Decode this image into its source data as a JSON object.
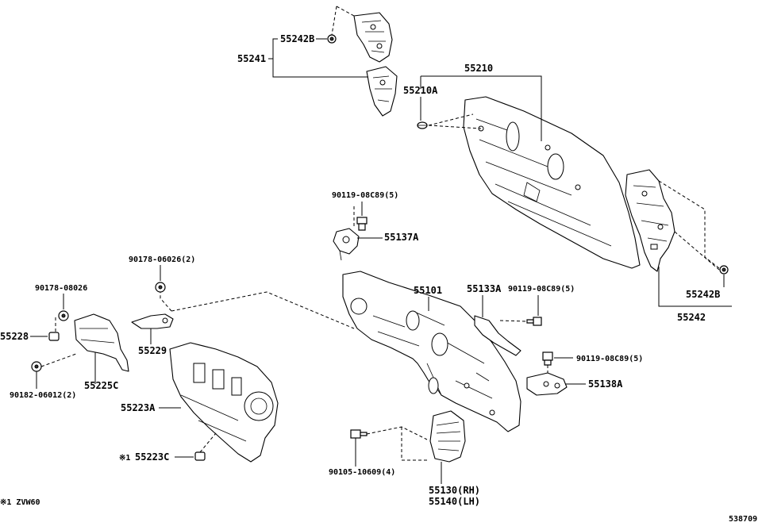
{
  "diagram": {
    "labels": {
      "p55241": "55241",
      "p55242B_top": "55242B",
      "p55210": "55210",
      "p55210A": "55210A",
      "p90119_a": "90119-08C89(5)",
      "p55137A": "55137A",
      "p90178_06026": "90178-06026(2)",
      "p90178_08026": "90178-08026",
      "p55228": "55228",
      "p55229": "55229",
      "p55101": "55101",
      "p55133A": "55133A",
      "p90119_b": "90119-08C89(5)",
      "p55242B_right": "55242B",
      "p55242": "55242",
      "p90119_c": "90119-08C89(5)",
      "p55138A": "55138A",
      "p55225C": "55225C",
      "p90182": "90182-06012(2)",
      "p55223A": "55223A",
      "p55223C": "55223C",
      "p55223C_mark": "※1",
      "p90105": "90105-10609(4)",
      "p55130": "55130(RH)",
      "p55140": "55140(LH)"
    },
    "footnote": "※1 ZVW60",
    "drawing_id": "538709"
  }
}
